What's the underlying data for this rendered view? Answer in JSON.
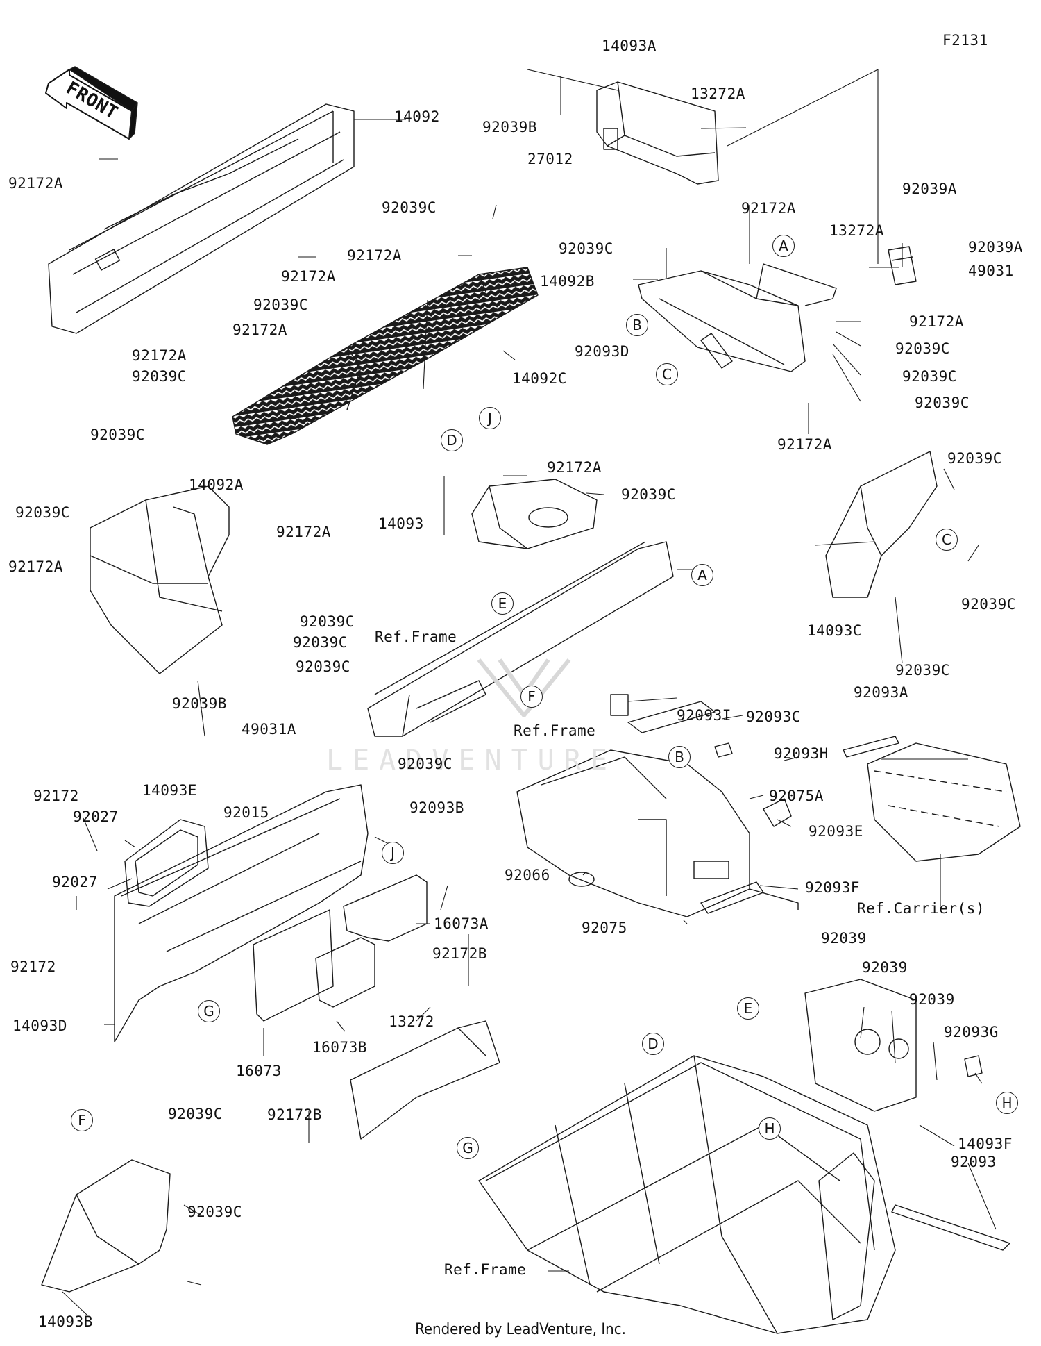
{
  "diagram_code": "F2131",
  "front_arrow": "FRONT",
  "footer": "Rendered by LeadVenture, Inc.",
  "watermark": "LEADVENTURE",
  "ref_labels": {
    "frame_1": "Ref.Frame",
    "frame_2": "Ref.Frame",
    "frame_3": "Ref.Frame",
    "carrier": "Ref.Carrier(s)"
  },
  "callouts": {
    "a1": "A",
    "a2": "A",
    "b1": "B",
    "b2": "B",
    "c1": "C",
    "c2": "C",
    "d1": "D",
    "d2": "D",
    "e1": "E",
    "e2": "E",
    "f1": "F",
    "f2": "F",
    "g1": "G",
    "g2": "G",
    "h1": "H",
    "h2": "H",
    "j1": "J",
    "j2": "J"
  },
  "parts": {
    "p14093A": "14093A",
    "p13272A_1": "13272A",
    "p92039B_1": "92039B",
    "p27012": "27012",
    "p14092": "14092",
    "p92172A_1": "92172A",
    "p92172A_2": "92172A",
    "p92172A_3": "92172A",
    "p92039C_1": "92039C",
    "p92172A_4": "92172A",
    "p92039C_2": "92039C",
    "p92172A_5": "92172A",
    "p92039C_3": "92039C",
    "p14092C": "14092C",
    "p92172A_6": "92172A",
    "p92039C_4": "92039C",
    "p14092B": "14092B",
    "p13272A_2": "13272A",
    "p92039A_1": "92039A",
    "p92039A_2": "92039A",
    "p49031": "49031",
    "p92172A_7": "92172A",
    "p92039C_5": "92039C",
    "p92039C_6": "92039C",
    "p92039C_7": "92039C",
    "p92093D": "92093D",
    "p92172A_8": "92172A",
    "p92039C_8": "92039C",
    "p14092A": "14092A",
    "p92039C_9": "92039C",
    "p92172A_9": "92172A",
    "p92172A_10": "92172A",
    "p92039C_10": "92039C",
    "p92039C_11": "92039C",
    "p92039C_12": "92039C",
    "p92172A_11": "92172A",
    "p92039C_13": "92039C",
    "p14093": "14093",
    "p92039C_14": "92039C",
    "p92039C_15": "92039C",
    "p14093C": "14093C",
    "p92039C_16": "92039C",
    "p92039B_2": "92039B",
    "p49031A": "49031A",
    "p92039C_17": "92039C",
    "p92093I": "92093I",
    "p92093C": "92093C",
    "p92093H": "92093H",
    "p92075A": "92075A",
    "p92093E": "92093E",
    "p92093F": "92093F",
    "p92066": "92066",
    "p92075": "92075",
    "p92093A": "92093A",
    "p92172_1": "92172",
    "p92027_1": "92027",
    "p14093E": "14093E",
    "p92015": "92015",
    "p92093B": "92093B",
    "p92027_2": "92027",
    "p92172_2": "92172",
    "p16073A": "16073A",
    "p14093D": "14093D",
    "p92172B_1": "92172B",
    "p13272": "13272",
    "p16073B": "16073B",
    "p16073": "16073",
    "p92172B_2": "92172B",
    "p92039_1": "92039",
    "p92039_2": "92039",
    "p92039_3": "92039",
    "p92093G": "92093G",
    "p14093F": "14093F",
    "p92039C_18": "92039C",
    "p92039C_19": "92039C",
    "p14093B": "14093B",
    "p92093": "92093"
  }
}
